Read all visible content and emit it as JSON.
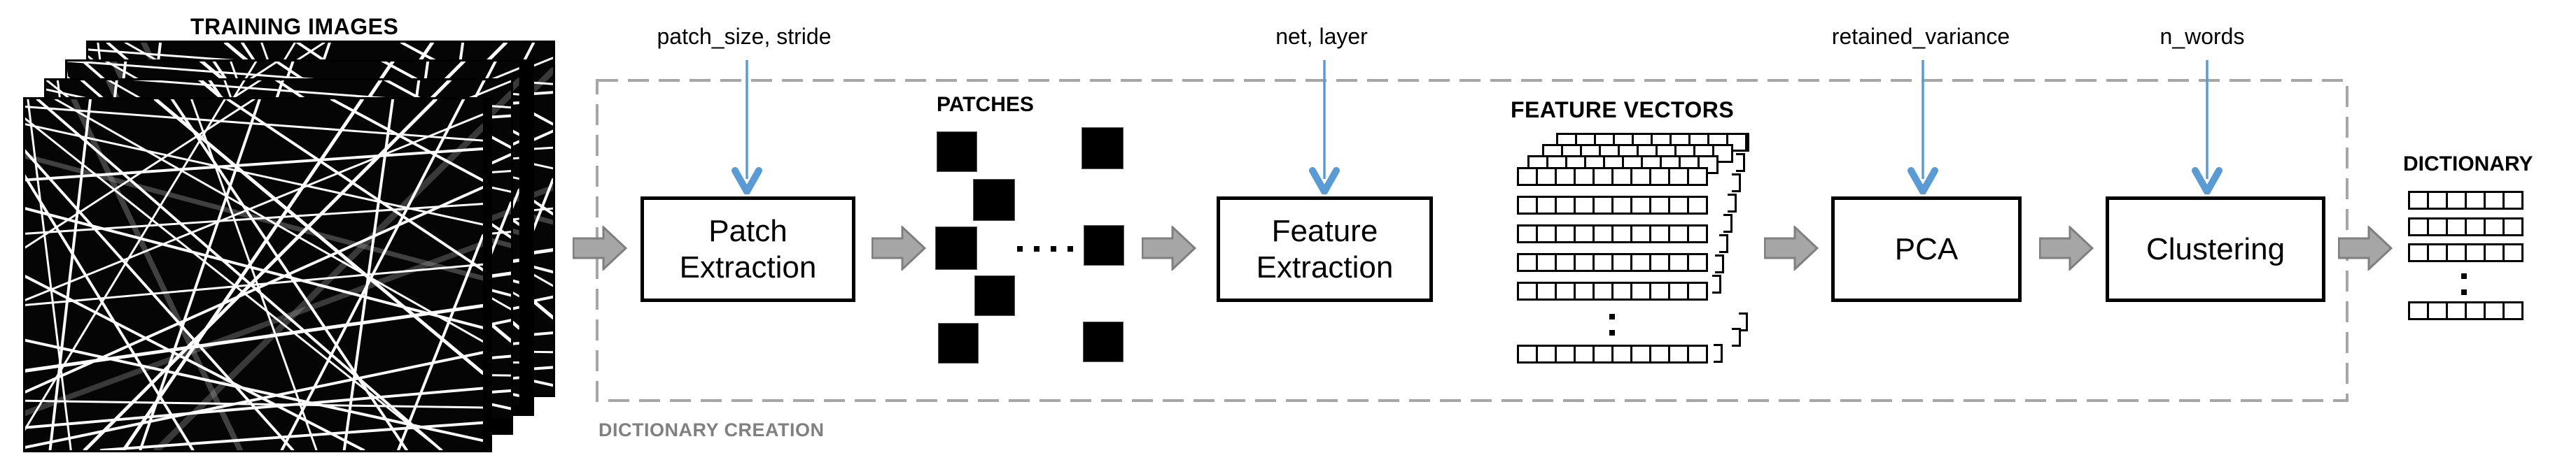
{
  "title": "TRAINING IMAGES",
  "region": {
    "label": "DICTIONARY CREATION"
  },
  "section_labels": {
    "patches": "PATCHES",
    "feature_vectors": "FEATURE VECTORS",
    "dictionary": "DICTIONARY"
  },
  "pipeline": {
    "stages": [
      {
        "id": "patch-extraction",
        "label": "Patch\nExtraction",
        "param": "patch_size, stride"
      },
      {
        "id": "feature-extraction",
        "label": "Feature\nExtraction",
        "param": "net, layer"
      },
      {
        "id": "pca",
        "label": "PCA",
        "param": "retained_variance"
      },
      {
        "id": "clustering",
        "label": "Clustering",
        "param": "n_words"
      }
    ]
  },
  "feature_vectors": {
    "cells_per_row": 10,
    "back_rows": 3,
    "front_rows": 5,
    "rows_after_ellipsis": 1
  },
  "dictionary": {
    "cells_per_row": 6,
    "rows_before_ellipsis": 3,
    "rows_after_ellipsis": 1
  },
  "patches": {
    "count": 8,
    "ellipsis_dots": 4
  },
  "training_images": {
    "count": 4
  },
  "colors": {
    "param_arrow": "#5b9bd5",
    "flow_arrow_fill": "#a6a6a6",
    "flow_arrow_stroke": "#7f7f7f",
    "dashed_border": "#a6a6a6",
    "box_border": "#000000",
    "region_label_color": "#808080"
  }
}
